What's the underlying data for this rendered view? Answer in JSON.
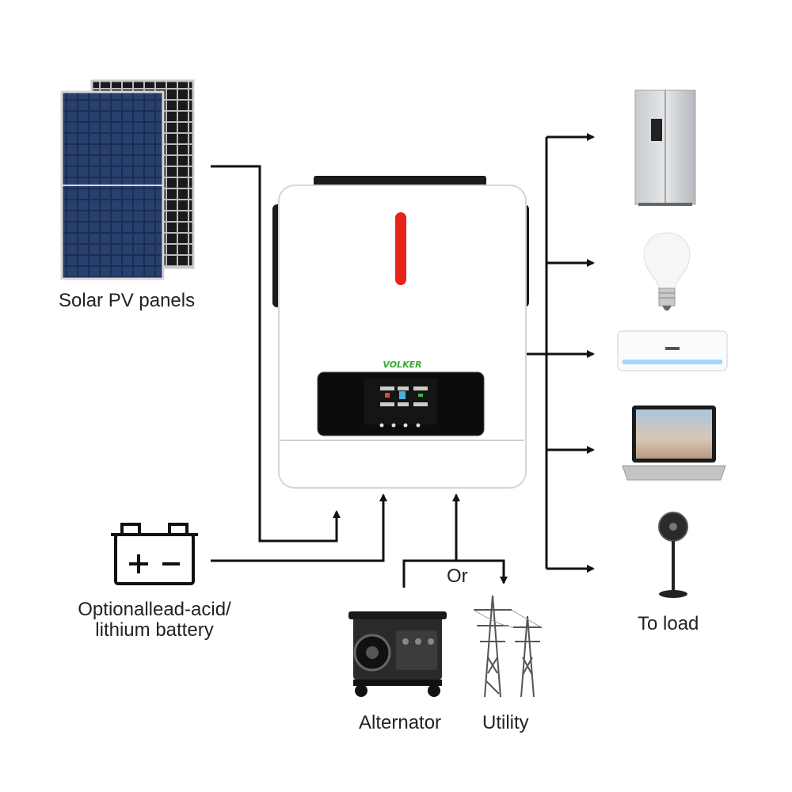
{
  "labels": {
    "solar": "Solar PV panels",
    "battery_line1": "Optionallead-acid/",
    "battery_line2": "lithium battery",
    "or": "Or",
    "alternator": "Alternator",
    "utility": "Utility",
    "to_load": "To load"
  },
  "inverter": {
    "brand": "VOLKER",
    "accent_color": "#e8231c",
    "brand_color": "#3aa935"
  },
  "loads": [
    "refrigerator-icon",
    "light-bulb-icon",
    "air-conditioner-icon",
    "laptop-icon",
    "fan-icon"
  ]
}
